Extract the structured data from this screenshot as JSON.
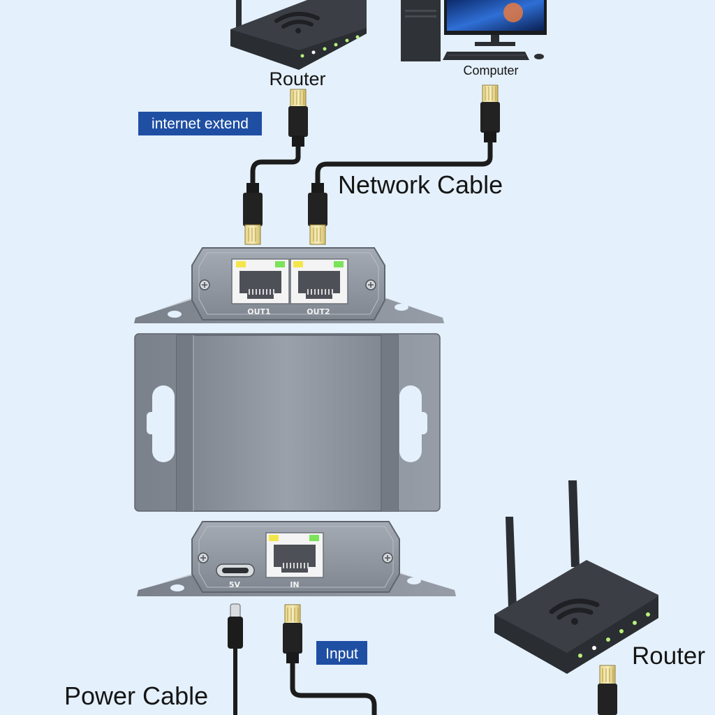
{
  "labels": {
    "router_top": "Router",
    "computer": "Computer",
    "network_cable": "Network Cable",
    "router_bottom": "Router",
    "power_cable": "Power Cable"
  },
  "tags": {
    "internet_extend": "internet extend",
    "input": "Input"
  },
  "ports": {
    "out1": "OUT1",
    "out2": "OUT2",
    "in": "IN",
    "usb_c": "5V"
  },
  "colors": {
    "background": "#e4f0fb",
    "tag_blue": "#1f4fa3",
    "device_body": "#8a919c",
    "router_body": "#33373d",
    "cable": "#1c1c1c",
    "led_yellow": "#f4e64a",
    "led_green": "#7be35a"
  }
}
